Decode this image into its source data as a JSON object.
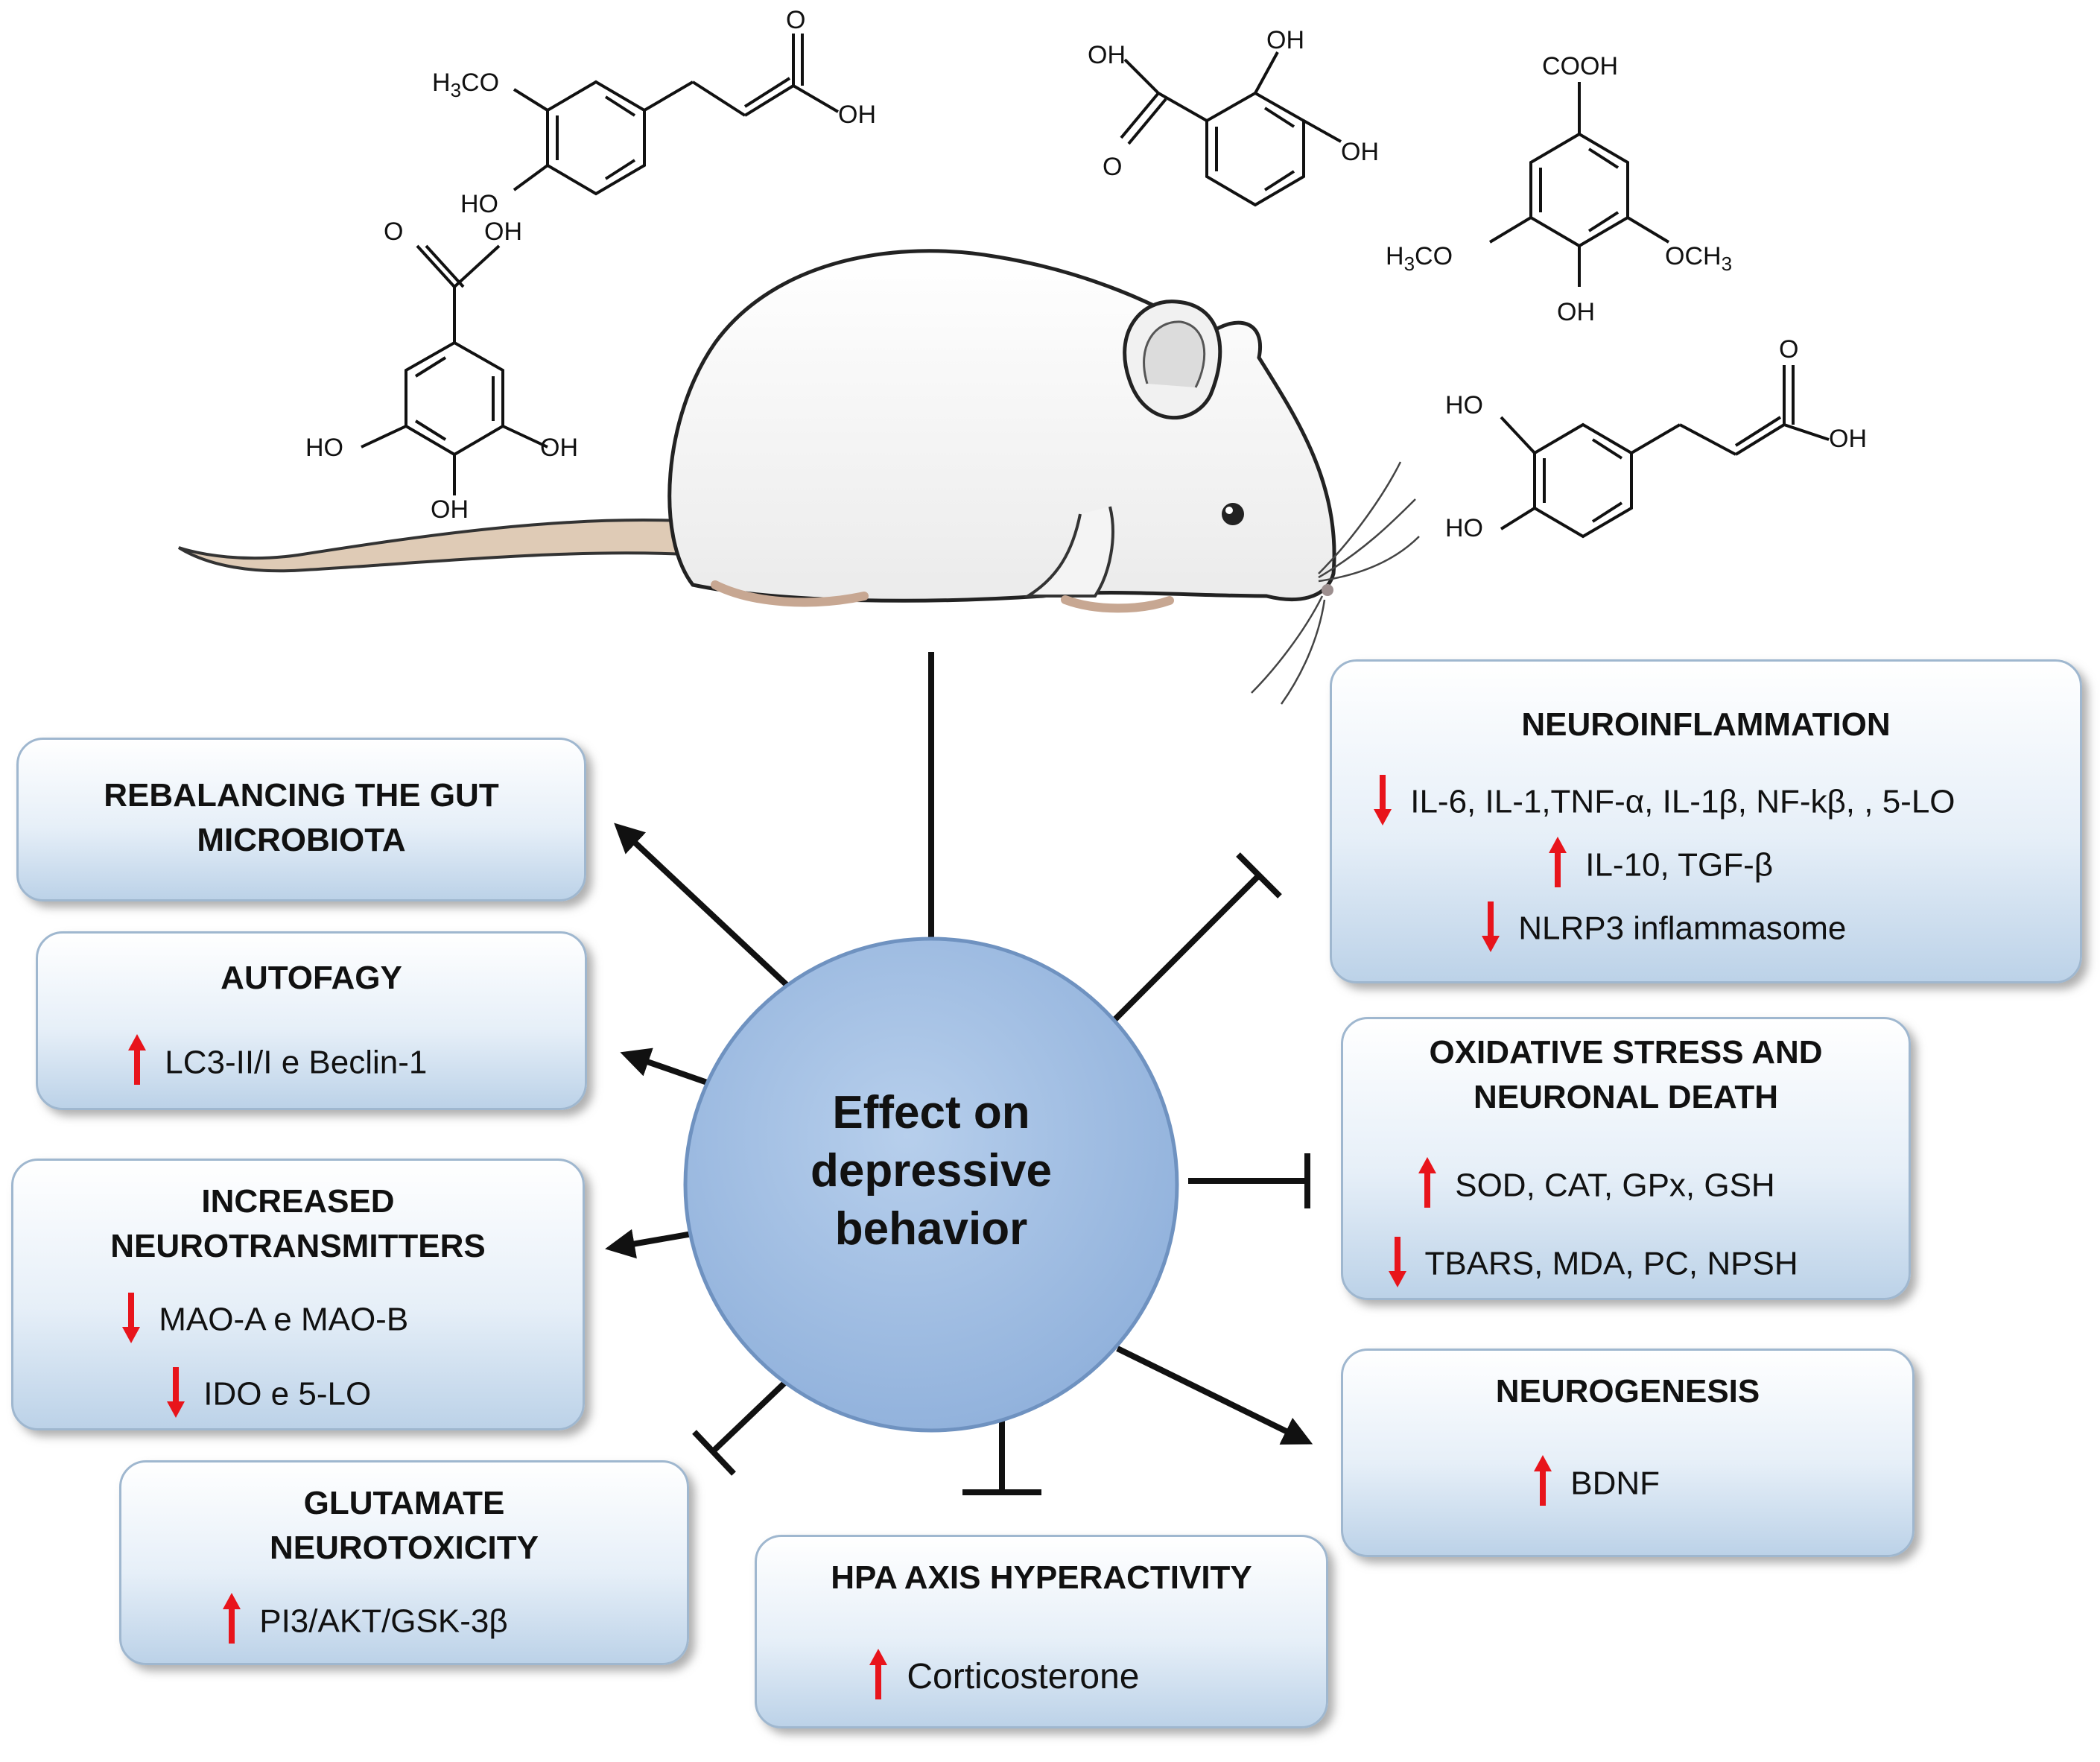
{
  "center": {
    "label": "Effect on\ndepressive\nbehavior"
  },
  "molecules": {
    "gallic": [
      "O",
      "OH",
      "HO",
      "OH",
      "OH"
    ],
    "ferulic": [
      "H3CO",
      "O",
      "OH",
      "HO"
    ],
    "protocatechuic": [
      "O",
      "OH",
      "OH",
      "OH"
    ],
    "syringic": [
      "COOH",
      "H3CO",
      "OCH3",
      "OH"
    ],
    "caffeic": [
      "HO",
      "O",
      "OH",
      "HO"
    ]
  },
  "boxes": {
    "gut": {
      "title": "REBALANCING THE GUT\nMICROBIOTA"
    },
    "autofagy": {
      "title": "AUTOFAGY",
      "items": [
        {
          "dir": "up",
          "text": "LC3-II/I e Beclin-1"
        }
      ]
    },
    "neurotransmitters": {
      "title": "INCREASED\nNEUROTRANSMITTERS",
      "items": [
        {
          "dir": "down",
          "text": "MAO-A e MAO-B"
        },
        {
          "dir": "down",
          "text": "IDO e 5-LO"
        }
      ]
    },
    "glutamate": {
      "title": "GLUTAMATE\nNEUROTOXICITY",
      "items": [
        {
          "dir": "up",
          "text": "PI3/AKT/GSK-3β"
        }
      ]
    },
    "hpa": {
      "title": "HPA AXIS HYPERACTIVITY",
      "items": [
        {
          "dir": "up",
          "text": "Corticosterone"
        }
      ]
    },
    "neuroinflammation": {
      "title": "NEUROINFLAMMATION",
      "items": [
        {
          "dir": "down",
          "text": "IL-6, IL-1,TNF-α, IL-1β, NF-kβ, , 5-LO"
        },
        {
          "dir": "up",
          "text": "IL-10, TGF-β"
        },
        {
          "dir": "down",
          "text": "NLRP3 inflammasome"
        }
      ]
    },
    "oxidative": {
      "title": "OXIDATIVE STRESS AND\nNEURONAL DEATH",
      "items": [
        {
          "dir": "up",
          "text": "SOD, CAT, GPx, GSH"
        },
        {
          "dir": "down",
          "text": "TBARS, MDA, PC, NPSH"
        }
      ]
    },
    "neurogenesis": {
      "title": "NEUROGENESIS",
      "items": [
        {
          "dir": "up",
          "text": "BDNF"
        }
      ]
    }
  },
  "colors": {
    "arrow_red": "#e8141b",
    "circle_fill": "#a6c2e5",
    "circle_stroke": "#6f92c0",
    "box_border": "#9fb7cf"
  }
}
